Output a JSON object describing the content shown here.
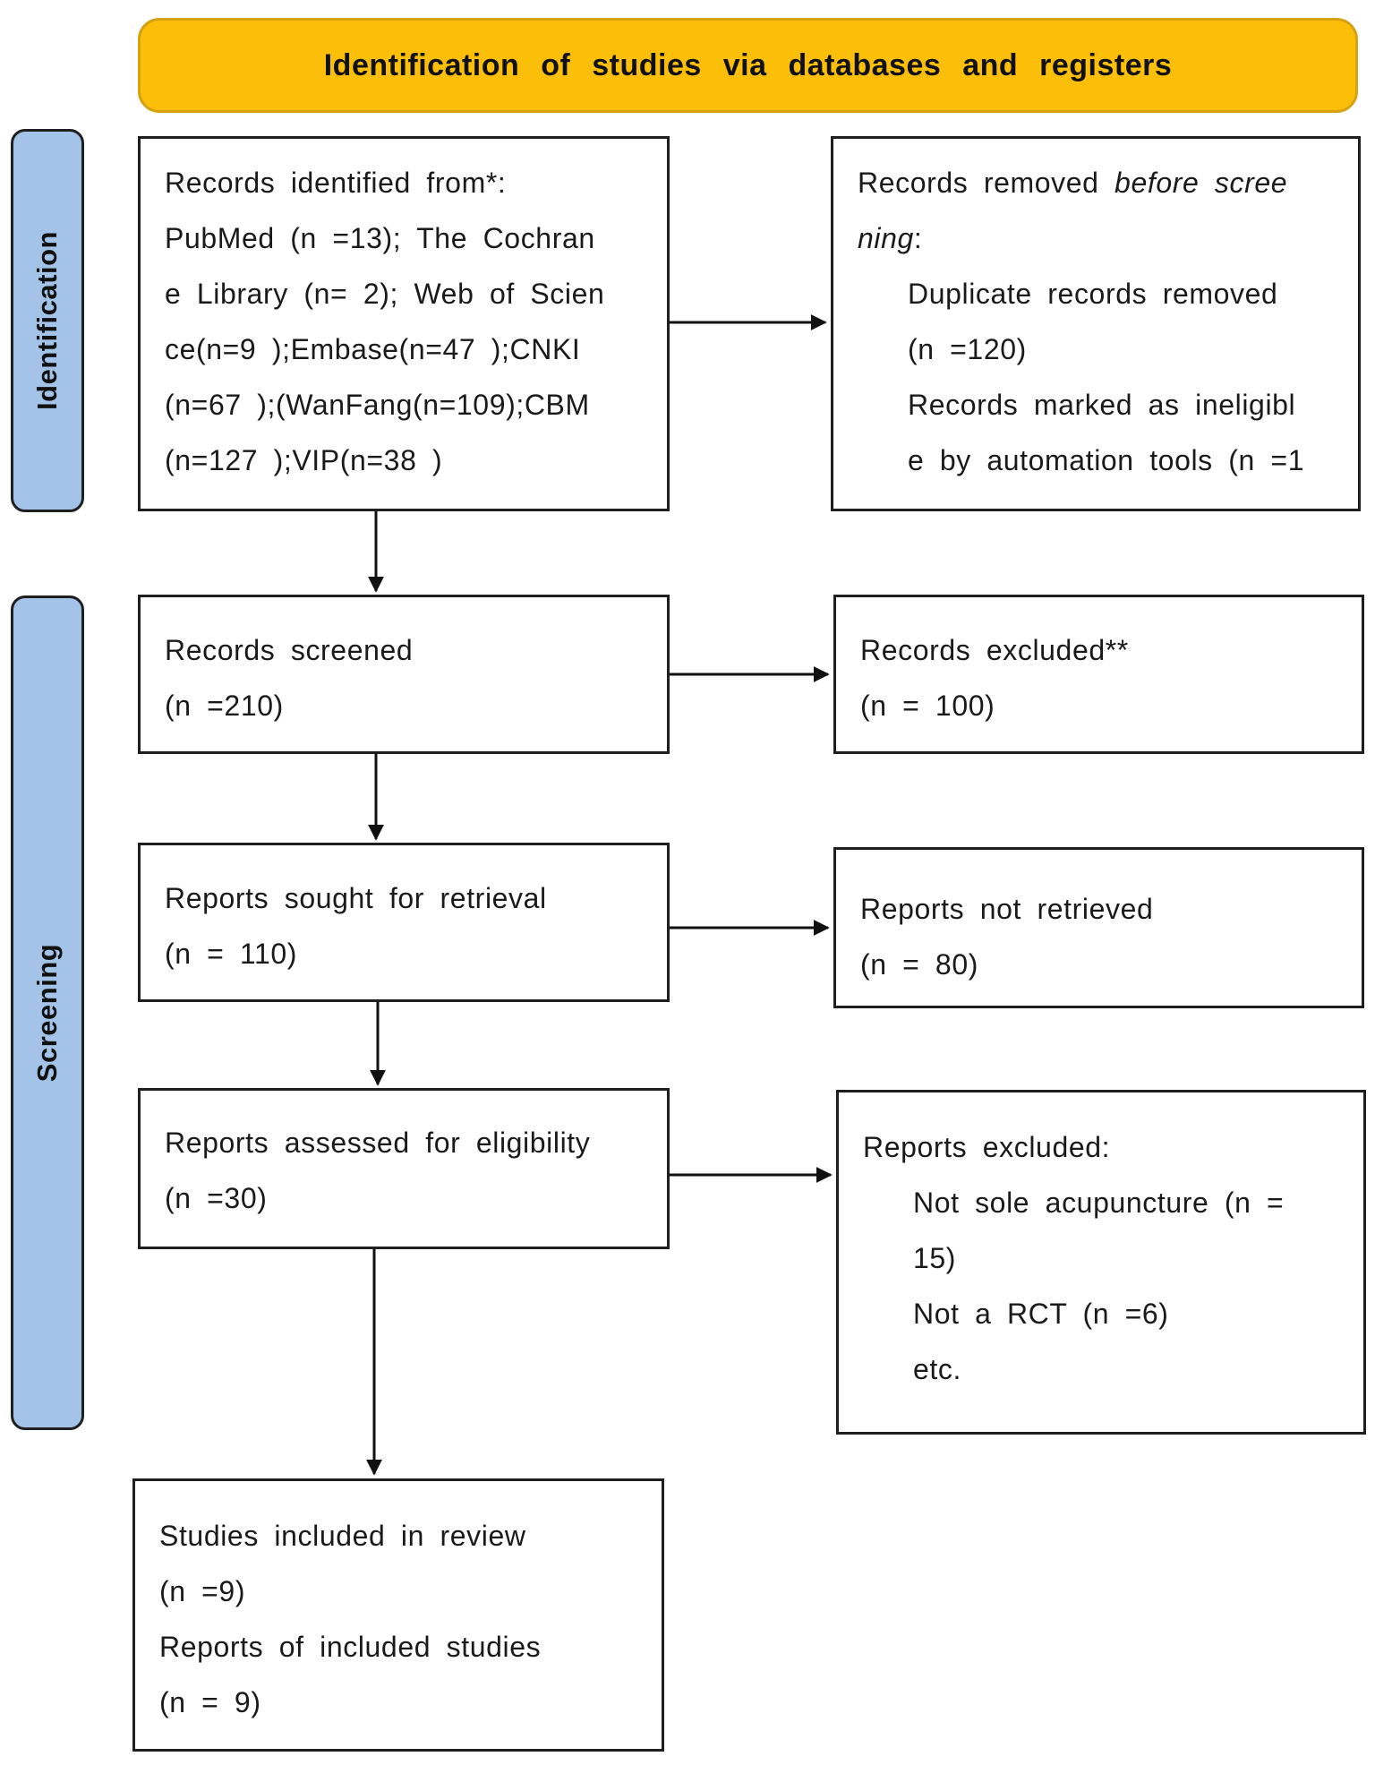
{
  "header": {
    "title": "Identification  of  studies  via  databases  and  registers"
  },
  "phases": {
    "identification": "Identification",
    "screening": "Screening"
  },
  "boxes": {
    "records_identified": {
      "lines": [
        "Records  identified  from*:",
        "PubMed  (n  =13);  The  Cochran",
        "e  Library  (n=  2);  Web  of  Scien",
        "ce(n=9  );Embase(n=47  );CNKI",
        "(n=67  );(WanFang(n=109);CBM",
        "(n=127  );VIP(n=38  )"
      ]
    },
    "records_removed": {
      "line1_prefix": "Records  removed ",
      "line1_italic": "before  scree",
      "line2_italic": "ning",
      "line2_suffix": ":",
      "items": [
        "Duplicate  records  removed",
        "(n  =120)",
        "Records  marked  as  ineligibl",
        "e  by  automation  tools  (n  =1"
      ]
    },
    "records_screened": {
      "lines": [
        "Records  screened",
        "(n  =210)"
      ]
    },
    "records_excluded": {
      "lines": [
        "Records  excluded**",
        "(n  =  100)"
      ]
    },
    "reports_sought": {
      "lines": [
        "Reports  sought  for  retrieval",
        "(n  =  110)"
      ]
    },
    "reports_not_retrieved": {
      "lines": [
        "Reports  not  retrieved",
        "(n  =  80)"
      ]
    },
    "reports_assessed": {
      "lines": [
        "Reports  assessed  for  eligibility",
        "(n  =30)"
      ]
    },
    "reports_excluded": {
      "title": "Reports  excluded:",
      "items": [
        "Not  sole  acupuncture  (n  =",
        "15)",
        "Not  a  RCT  (n  =6)",
        "etc."
      ]
    },
    "studies_included": {
      "lines": [
        "Studies  included  in  review",
        "(n  =9)",
        "Reports  of  included  studies",
        "(n  =  9)"
      ]
    }
  }
}
